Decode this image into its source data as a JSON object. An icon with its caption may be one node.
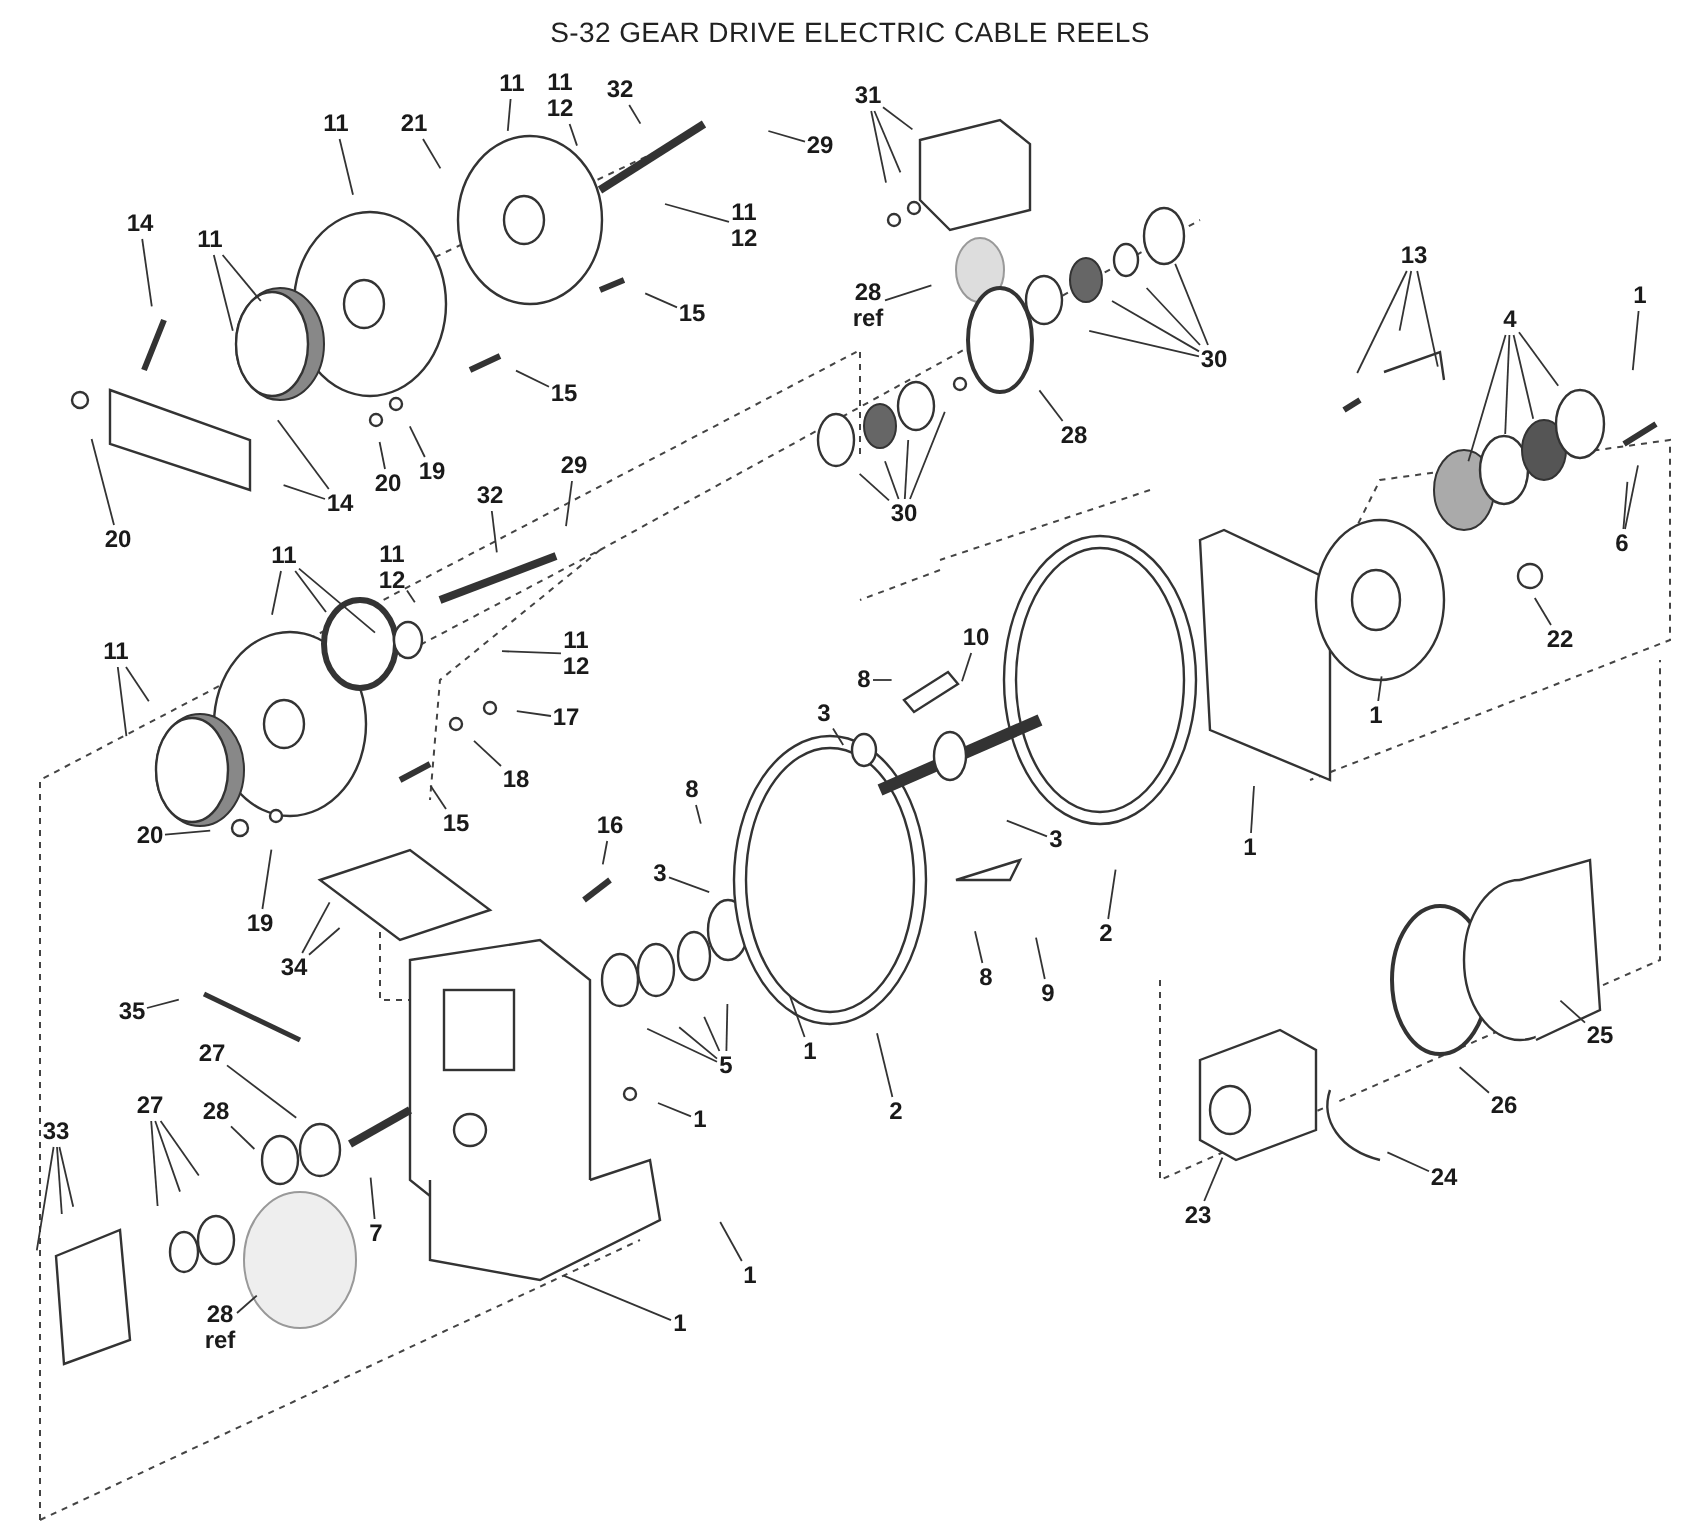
{
  "diagram": {
    "title": "S-32 GEAR DRIVE ELECTRIC CABLE REELS",
    "nodes": [
      {
        "text": [
          "11"
        ]
      },
      {
        "text": [
          "21"
        ]
      },
      {
        "text": [
          "11"
        ]
      },
      {
        "text": [
          "11 12"
        ]
      },
      {
        "text": [
          "32"
        ]
      },
      {
        "text": [
          "29"
        ]
      },
      {
        "text": [
          "11 12"
        ]
      },
      {
        "text": [
          "14"
        ]
      },
      {
        "text": [
          "11"
        ]
      },
      {
        "text": [
          "15"
        ]
      },
      {
        "text": [
          "15"
        ]
      },
      {
        "text": [
          "14"
        ]
      },
      {
        "text": [
          "20"
        ]
      },
      {
        "text": [
          "19"
        ]
      },
      {
        "text": [
          "20"
        ]
      },
      {
        "text": [
          "32"
        ]
      },
      {
        "text": [
          "29"
        ]
      },
      {
        "text": [
          "11 12"
        ]
      },
      {
        "text": [
          "11 12"
        ]
      },
      {
        "text": [
          "11"
        ]
      },
      {
        "text": [
          "11"
        ]
      },
      {
        "text": [
          "17"
        ]
      },
      {
        "text": [
          "18"
        ]
      },
      {
        "text": [
          "15"
        ]
      },
      {
        "text": [
          "20"
        ]
      },
      {
        "text": [
          "19"
        ]
      },
      {
        "text": [
          "34"
        ]
      },
      {
        "text": [
          "35"
        ]
      },
      {
        "text": [
          "16"
        ]
      },
      {
        "text": [
          "8"
        ]
      },
      {
        "text": [
          "3"
        ]
      },
      {
        "text": [
          "1"
        ]
      },
      {
        "text": [
          "5"
        ]
      },
      {
        "text": [
          "1"
        ]
      },
      {
        "text": [
          "1"
        ]
      },
      {
        "text": [
          "1"
        ]
      },
      {
        "text": [
          "7"
        ]
      },
      {
        "text": [
          "27"
        ]
      },
      {
        "text": [
          "28"
        ]
      },
      {
        "text": [
          "27"
        ]
      },
      {
        "text": [
          "33"
        ]
      },
      {
        "text": [
          "28 ref"
        ]
      },
      {
        "text": [
          "31"
        ]
      },
      {
        "text": [
          "28 ref"
        ]
      },
      {
        "text": [
          "30"
        ]
      },
      {
        "text": [
          "28"
        ]
      },
      {
        "text": [
          "30"
        ]
      },
      {
        "text": [
          "13"
        ]
      },
      {
        "text": [
          "4"
        ]
      },
      {
        "text": [
          "1"
        ]
      },
      {
        "text": [
          "6"
        ]
      },
      {
        "text": [
          "22"
        ]
      },
      {
        "text": [
          "1"
        ]
      },
      {
        "text": [
          "10"
        ]
      },
      {
        "text": [
          "8"
        ]
      },
      {
        "text": [
          "3"
        ]
      },
      {
        "text": [
          "3"
        ]
      },
      {
        "text": [
          "1"
        ]
      },
      {
        "text": [
          "2"
        ]
      },
      {
        "text": [
          "2"
        ]
      },
      {
        "text": [
          "8"
        ]
      },
      {
        "text": [
          "9"
        ]
      },
      {
        "text": [
          "25"
        ]
      },
      {
        "text": [
          "26"
        ]
      },
      {
        "text": [
          "24"
        ]
      },
      {
        "text": [
          "23"
        ]
      }
    ],
    "edges": [
      {
        "from": 0,
        "to": null,
        "arrow": "none"
      },
      {
        "from": 1,
        "to": null,
        "arrow": "none"
      },
      {
        "from": 2,
        "to": null,
        "arrow": "none"
      },
      {
        "from": 3,
        "to": null,
        "arrow": "none"
      },
      {
        "from": 4,
        "to": null,
        "arrow": "none"
      },
      {
        "from": 5,
        "to": null,
        "arrow": "none"
      },
      {
        "from": 6,
        "to": null,
        "arrow": "none"
      },
      {
        "from": 7,
        "to": null,
        "arrow": "none"
      },
      {
        "from": 8,
        "to": null,
        "arrow": "none"
      },
      {
        "from": 8,
        "to": null,
        "arrow": "none"
      },
      {
        "from": 9,
        "to": null,
        "arrow": "none"
      },
      {
        "from": 10,
        "to": null,
        "arrow": "none"
      },
      {
        "from": 11,
        "to": null,
        "arrow": "none"
      },
      {
        "from": 11,
        "to": null,
        "arrow": "none"
      },
      {
        "from": 12,
        "to": null,
        "arrow": "none"
      },
      {
        "from": 13,
        "to": null,
        "arrow": "none"
      },
      {
        "from": 14,
        "to": null,
        "arrow": "none"
      },
      {
        "from": 15,
        "to": null,
        "arrow": "none"
      },
      {
        "from": 16,
        "to": null,
        "arrow": "none"
      },
      {
        "from": 17,
        "to": null,
        "arrow": "none"
      },
      {
        "from": 18,
        "to": null,
        "arrow": "none"
      },
      {
        "from": 19,
        "to": null,
        "arrow": "none"
      },
      {
        "from": 19,
        "to": null,
        "arrow": "none"
      },
      {
        "from": 19,
        "to": null,
        "arrow": "none"
      },
      {
        "from": 20,
        "to": null,
        "arrow": "none"
      },
      {
        "from": 20,
        "to": null,
        "arrow": "none"
      },
      {
        "from": 21,
        "to": null,
        "arrow": "none"
      },
      {
        "from": 22,
        "to": null,
        "arrow": "none"
      },
      {
        "from": 23,
        "to": null,
        "arrow": "none"
      },
      {
        "from": 24,
        "to": null,
        "arrow": "none"
      },
      {
        "from": 25,
        "to": null,
        "arrow": "none"
      },
      {
        "from": 26,
        "to": null,
        "arrow": "none"
      },
      {
        "from": 26,
        "to": null,
        "arrow": "none"
      },
      {
        "from": 27,
        "to": null,
        "arrow": "none"
      },
      {
        "from": 28,
        "to": null,
        "arrow": "none"
      },
      {
        "from": 29,
        "to": null,
        "arrow": "none"
      },
      {
        "from": 30,
        "to": null,
        "arrow": "none"
      },
      {
        "from": 31,
        "to": null,
        "arrow": "none"
      },
      {
        "from": 32,
        "to": null,
        "arrow": "none"
      },
      {
        "from": 32,
        "to": null,
        "arrow": "none"
      },
      {
        "from": 32,
        "to": null,
        "arrow": "none"
      },
      {
        "from": 32,
        "to": null,
        "arrow": "none"
      },
      {
        "from": 33,
        "to": null,
        "arrow": "none"
      },
      {
        "from": 34,
        "to": null,
        "arrow": "none"
      },
      {
        "from": 35,
        "to": null,
        "arrow": "none"
      },
      {
        "from": 36,
        "to": null,
        "arrow": "none"
      },
      {
        "from": 37,
        "to": null,
        "arrow": "none"
      },
      {
        "from": 38,
        "to": null,
        "arrow": "none"
      },
      {
        "from": 39,
        "to": null,
        "arrow": "none"
      },
      {
        "from": 39,
        "to": null,
        "arrow": "none"
      },
      {
        "from": 39,
        "to": null,
        "arrow": "none"
      },
      {
        "from": 40,
        "to": null,
        "arrow": "none"
      },
      {
        "from": 40,
        "to": null,
        "arrow": "none"
      },
      {
        "from": 40,
        "to": null,
        "arrow": "none"
      },
      {
        "from": 41,
        "to": null,
        "arrow": "none"
      },
      {
        "from": 42,
        "to": null,
        "arrow": "none"
      },
      {
        "from": 42,
        "to": null,
        "arrow": "none"
      },
      {
        "from": 42,
        "to": null,
        "arrow": "none"
      },
      {
        "from": 43,
        "to": null,
        "arrow": "none"
      },
      {
        "from": 44,
        "to": null,
        "arrow": "none"
      },
      {
        "from": 44,
        "to": null,
        "arrow": "none"
      },
      {
        "from": 44,
        "to": null,
        "arrow": "none"
      },
      {
        "from": 44,
        "to": null,
        "arrow": "none"
      },
      {
        "from": 45,
        "to": null,
        "arrow": "none"
      },
      {
        "from": 46,
        "to": null,
        "arrow": "none"
      },
      {
        "from": 46,
        "to": null,
        "arrow": "none"
      },
      {
        "from": 46,
        "to": null,
        "arrow": "none"
      },
      {
        "from": 46,
        "to": null,
        "arrow": "none"
      },
      {
        "from": 47,
        "to": null,
        "arrow": "none"
      },
      {
        "from": 47,
        "to": null,
        "arrow": "none"
      },
      {
        "from": 47,
        "to": null,
        "arrow": "none"
      },
      {
        "from": 48,
        "to": null,
        "arrow": "none"
      },
      {
        "from": 48,
        "to": null,
        "arrow": "none"
      },
      {
        "from": 48,
        "to": null,
        "arrow": "none"
      },
      {
        "from": 48,
        "to": null,
        "arrow": "none"
      },
      {
        "from": 49,
        "to": null,
        "arrow": "none"
      },
      {
        "from": 50,
        "to": null,
        "arrow": "none"
      },
      {
        "from": 50,
        "to": null,
        "arrow": "none"
      },
      {
        "from": 51,
        "to": null,
        "arrow": "none"
      },
      {
        "from": 52,
        "to": null,
        "arrow": "none"
      },
      {
        "from": 53,
        "to": null,
        "arrow": "none"
      },
      {
        "from": 54,
        "to": null,
        "arrow": "none"
      },
      {
        "from": 55,
        "to": null,
        "arrow": "none"
      },
      {
        "from": 56,
        "to": null,
        "arrow": "none"
      },
      {
        "from": 57,
        "to": null,
        "arrow": "none"
      },
      {
        "from": 58,
        "to": null,
        "arrow": "none"
      },
      {
        "from": 59,
        "to": null,
        "arrow": "none"
      },
      {
        "from": 60,
        "to": null,
        "arrow": "none"
      },
      {
        "from": 61,
        "to": null,
        "arrow": "none"
      },
      {
        "from": 62,
        "to": null,
        "arrow": "none"
      },
      {
        "from": 63,
        "to": null,
        "arrow": "none"
      },
      {
        "from": 64,
        "to": null,
        "arrow": "none"
      },
      {
        "from": 65,
        "to": null,
        "arrow": "none"
      }
    ]
  }
}
